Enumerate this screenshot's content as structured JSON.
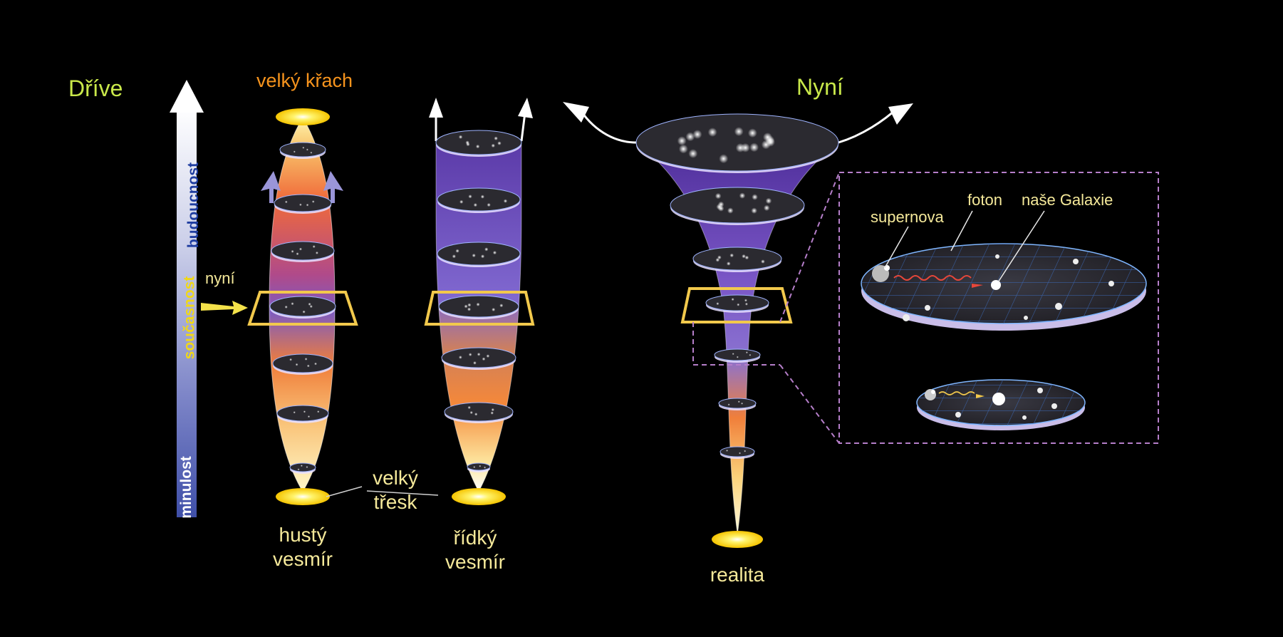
{
  "headings": {
    "before": "Dříve",
    "now": "Nyní"
  },
  "timeline": {
    "future": "budoucnost",
    "present": "současnost",
    "past": "minulost",
    "now_pointer": "nyní"
  },
  "labels": {
    "big_crunch": "velký křach",
    "big_bang_1": "velký",
    "big_bang_2": "třesk",
    "dense_1": "hustý",
    "dense_2": "vesmír",
    "sparse_1": "řídký",
    "sparse_2": "vesmír",
    "reality": "realita"
  },
  "inset": {
    "supernova": "supernova",
    "photon": "foton",
    "our_galaxy": "naše Galaxie"
  },
  "colors": {
    "background": "#000000",
    "label_yellow": "#f5e99a",
    "heading_green": "#c9e84a",
    "crunch_orange": "#f7941d",
    "frame_yellow": "#f2c94c",
    "inset_border": "#b57ec9",
    "disk_fill": "#2b2a30",
    "grid_blue": "#3d6fc4"
  }
}
